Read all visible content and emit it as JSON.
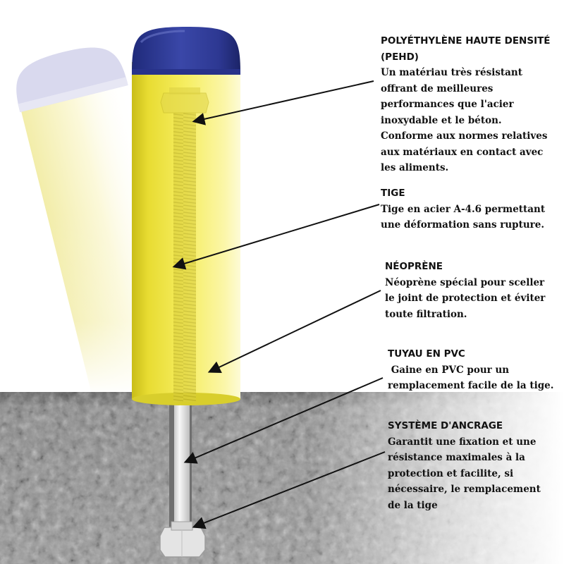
{
  "labels": {
    "pehd": {
      "title": "POLYÉTHYLÈNE HAUTE DENSITÉ (PEHD)",
      "desc": "Un matériau très résistant offrant de meilleures performances que l'acier inoxydable et le béton. Conforme aux normes relatives aux matériaux en contact avec les aliments."
    },
    "tige": {
      "title": "TIGE",
      "desc": "Tige en acier A-4.6 permettant une déformation sans rupture."
    },
    "neoprene": {
      "title": "NÉOPRÈNE",
      "desc": "Néoprène spécial pour sceller le joint de protection et éviter toute filtration."
    },
    "pvc": {
      "title": "TUYAU EN PVC",
      "desc": " Gaine en PVC pour un remplacement facile de la tige."
    },
    "ancrage": {
      "title": "SYSTÈME D'ANCRAGE",
      "desc": "Garantit une fixation et une résistance maximales à la protection et facilite, si nécessaire, le remplacement de la tige"
    }
  },
  "colors": {
    "post_yellow": "#f2e84a",
    "cap_blue": "#2b3590",
    "ground_gray": "#8f8f8f"
  }
}
